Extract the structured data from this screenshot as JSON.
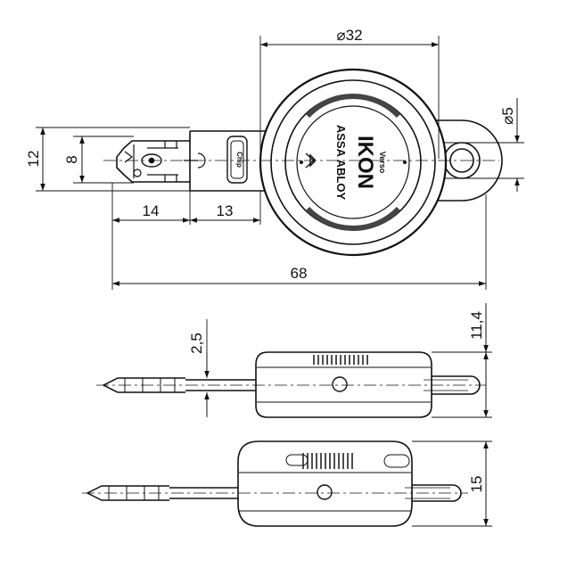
{
  "dimensions": {
    "diameter_32": "⌀32",
    "diameter_5": "⌀5",
    "height_12": "12",
    "height_8": "8",
    "length_14": "14",
    "length_13": "13",
    "length_68": "68",
    "thickness_2_5": "2,5",
    "thickness_11_4": "11,4",
    "thickness_15": "15"
  },
  "markings": {
    "brand": "IKON",
    "manufacturer": "ASSA ABLOY",
    "model": "Verso",
    "chip_label": "Chip"
  },
  "icons": {
    "bluetooth": "bluetooth-icon"
  },
  "colors": {
    "line": "#111111",
    "background": "#ffffff"
  }
}
